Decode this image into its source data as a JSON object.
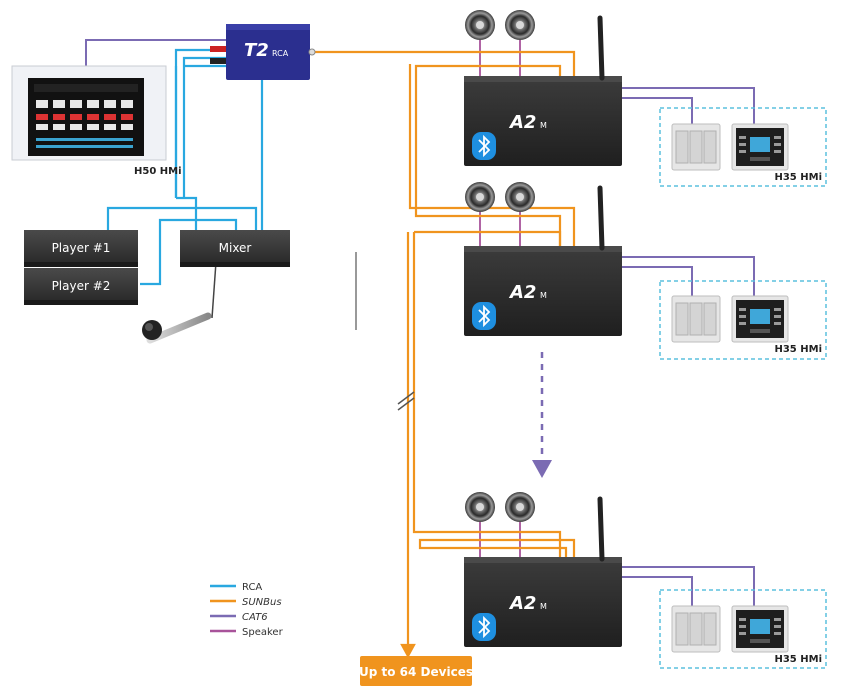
{
  "devices": {
    "t2_label": "T2",
    "t2_sub": "RCA",
    "h50_label": "H50 HMi",
    "player1_label": "Player #1",
    "player2_label": "Player #2",
    "mixer_label": "Mixer",
    "a2_label": "A2",
    "a2_sub": "M",
    "h35_label": "H35 HMi",
    "badge_label": "Up to 64 Devices"
  },
  "legend": {
    "items": [
      {
        "label": "RCA",
        "color": "#29a8e0"
      },
      {
        "label": "SUNBus",
        "color": "#f0941e"
      },
      {
        "label": "CAT6",
        "color": "#7b6bb3"
      },
      {
        "label": "Speaker",
        "color": "#a8539a"
      }
    ]
  },
  "colors": {
    "rca": "#29a8e0",
    "sunbus": "#f0941e",
    "cat6": "#7b6bb3",
    "speaker": "#a8539a",
    "t2_box": "#2b2f8f",
    "dash_box": "#5bc0de",
    "bluetooth": "#1e8fe0"
  }
}
